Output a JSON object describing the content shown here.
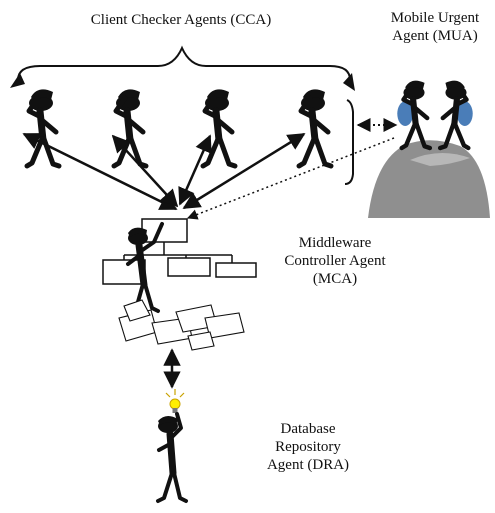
{
  "labels": {
    "cca": "Client Checker Agents (CCA)",
    "mua": {
      "line1": "Mobile Urgent",
      "line2": "Agent (MUA)"
    },
    "mca": {
      "line1": "Middleware",
      "line2": "Controller Agent",
      "line3": "(MCA)"
    },
    "dra": {
      "line1": "Database",
      "line2": "Repository",
      "line3": "Agent (DRA)"
    }
  },
  "colors": {
    "ink": "#111111",
    "hill": "#8f8f8f",
    "backpack": "#4a7db8",
    "lightbulb": "#ffee00",
    "paper": "#ffffff"
  }
}
